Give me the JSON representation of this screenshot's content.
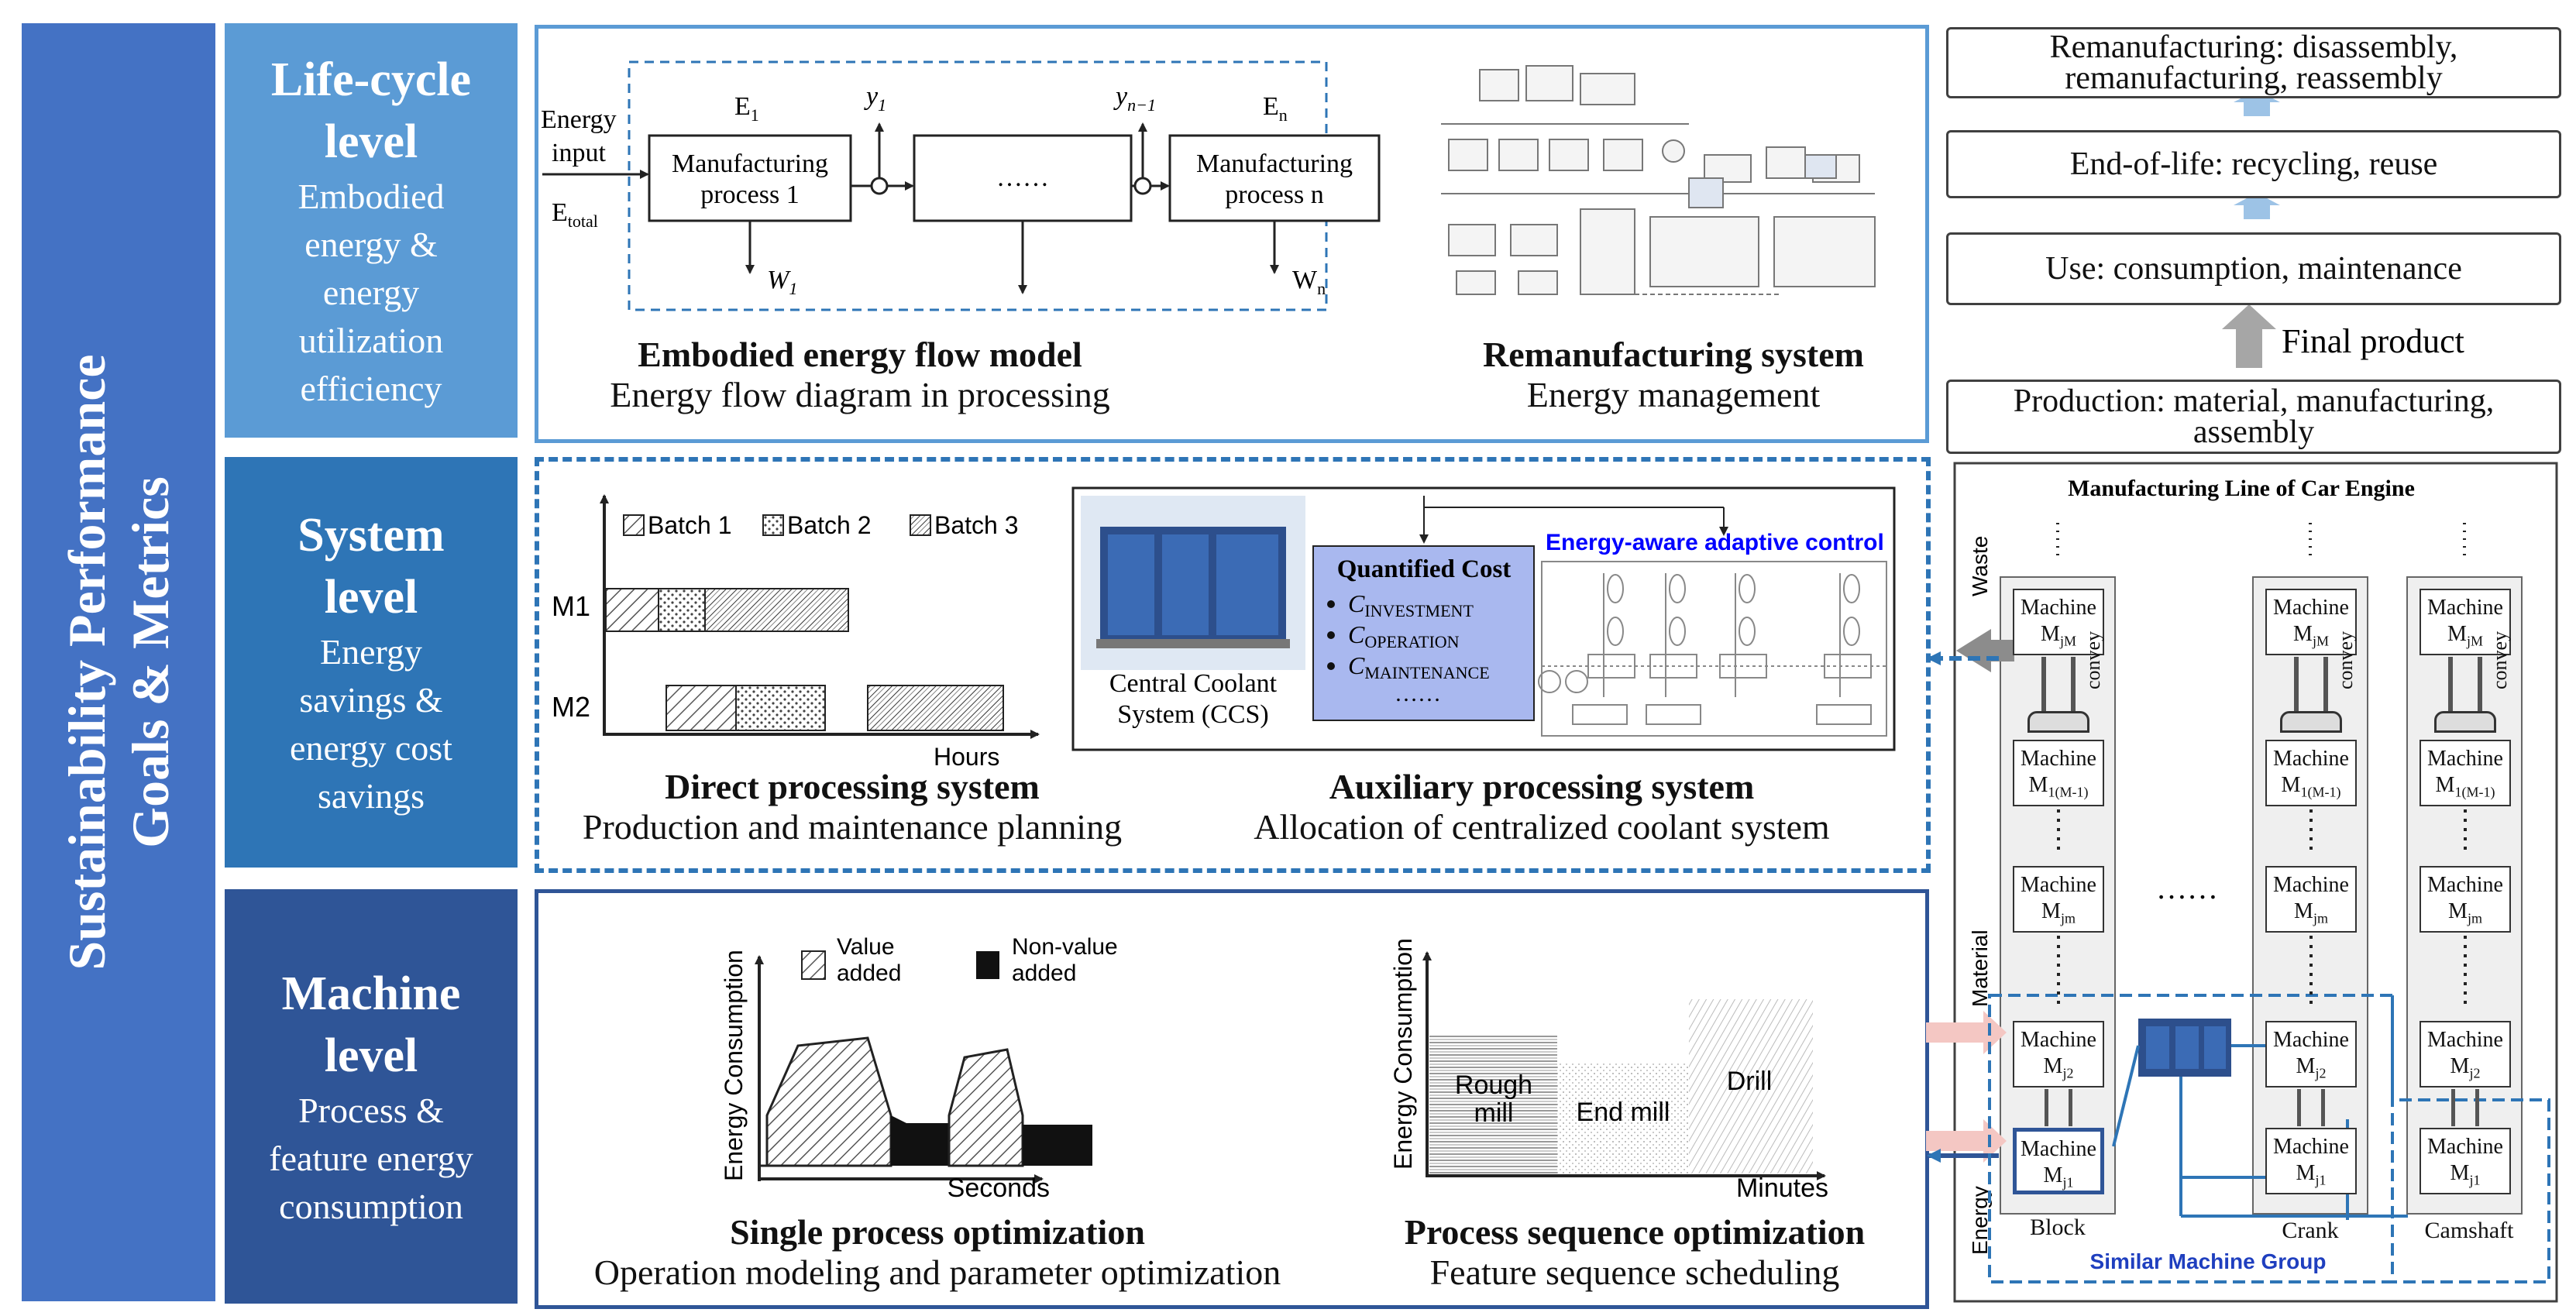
{
  "sidebar_title": {
    "line1": "Sustainability Performance",
    "line2": "Goals & Metrics"
  },
  "levels": [
    {
      "title_line1": "Life-cycle",
      "title_line2": "level",
      "desc": [
        "Embodied",
        "energy &",
        "energy",
        "utilization",
        "efficiency"
      ]
    },
    {
      "title_line1": "System",
      "title_line2": "level",
      "desc": [
        "Energy",
        "savings &",
        "energy cost",
        "savings"
      ]
    },
    {
      "title_line1": "Machine",
      "title_line2": "level",
      "desc": [
        "Process &",
        "feature energy",
        "consumption"
      ]
    }
  ],
  "lifecycle_panel": {
    "flow": {
      "input_label": [
        "Energy",
        "input"
      ],
      "etotal_label": "E",
      "etotal_sub": "total",
      "e1": "E",
      "e1_sub": "1",
      "en": "E",
      "en_sub": "n",
      "y1": "y",
      "y1_sub": "1",
      "yn": "y",
      "yn_sub": "n−1",
      "w1": "W",
      "w1_sub": "1",
      "wn": "W",
      "wn_sub": "n",
      "process1": [
        "Manufacturing",
        "process 1"
      ],
      "process_mid": "……",
      "processn": [
        "Manufacturing",
        "process n"
      ]
    },
    "left_caption": {
      "bold": "Embodied energy flow model",
      "normal": "Energy flow diagram in processing"
    },
    "right_caption": {
      "bold": "Remanufacturing system",
      "normal": "Energy management"
    }
  },
  "system_panel": {
    "gantt": {
      "legend": [
        "Batch 1",
        "Batch 2",
        "Batch 3"
      ],
      "machines": [
        "M1",
        "M2"
      ],
      "xlabel": "Hours"
    },
    "ccs": {
      "photo_label": [
        "Central Coolant",
        "System (CCS)"
      ],
      "cost_title": "Quantified Cost",
      "cost_items": [
        {
          "sym": "C",
          "sub": "INVESTMENT"
        },
        {
          "sym": "C",
          "sub": "OPERATION"
        },
        {
          "sym": "C",
          "sub": "MAINTENANCE"
        }
      ],
      "cost_more": "……",
      "control_title": "Energy-aware adaptive control"
    },
    "left_caption": {
      "bold": "Direct processing system",
      "normal": "Production and maintenance planning"
    },
    "right_caption": {
      "bold": "Auxiliary processing system",
      "normal": "Allocation  of centralized  coolant system"
    }
  },
  "machine_panel": {
    "profile": {
      "ylabel": "Energy Consumption",
      "xlabel": "Seconds",
      "legend": [
        [
          "Value",
          "added"
        ],
        [
          "Non-value",
          "added"
        ]
      ]
    },
    "sequence": {
      "ylabel": "Energy Consumption",
      "xlabel": "Minutes",
      "bars": [
        [
          "Rough",
          "mill"
        ],
        [
          "End mill"
        ],
        [
          "Drill"
        ]
      ]
    },
    "left_caption": {
      "bold": "Single process optimization",
      "normal": "Operation modeling and parameter optimization"
    },
    "right_caption": {
      "bold": "Process sequence optimization",
      "normal": "Feature sequence scheduling"
    }
  },
  "lifecycle_chain": {
    "remanufacturing": [
      "Remanufacturing: disassembly,",
      "remanufacturing, reassembly"
    ],
    "end_of_life": "End-of-life: recycling, reuse",
    "use": "Use: consumption, maintenance",
    "final_product": "Final product",
    "production": [
      "Production: material, manufacturing,",
      "assembly"
    ]
  },
  "engine_line": {
    "title": "Manufacturing Line of Car Engine",
    "side_labels": {
      "waste": "Waste",
      "material": "Material",
      "energy": "Energy"
    },
    "convey": "convey",
    "machine": "Machine",
    "columns": [
      {
        "name": "Block",
        "machines": [
          [
            "M",
            "jM"
          ],
          [
            "M",
            "1(M-1)"
          ],
          [
            "M",
            "jm"
          ],
          [
            "M",
            "j2"
          ],
          [
            "M",
            "j1"
          ]
        ]
      },
      {
        "name": "Crank",
        "machines": [
          [
            "M",
            "jM"
          ],
          [
            "M",
            "1(M-1)"
          ],
          [
            "M",
            "jm"
          ],
          [
            "M",
            "j2"
          ],
          [
            "M",
            "j1"
          ]
        ]
      },
      {
        "name": "Camshaft",
        "machines": [
          [
            "M",
            "jM"
          ],
          [
            "M",
            "1(M-1)"
          ],
          [
            "M",
            "jm"
          ],
          [
            "M",
            "j2"
          ],
          [
            "M",
            "j1"
          ]
        ]
      }
    ],
    "dots_h": "……",
    "group_label": "Similar Machine Group"
  }
}
